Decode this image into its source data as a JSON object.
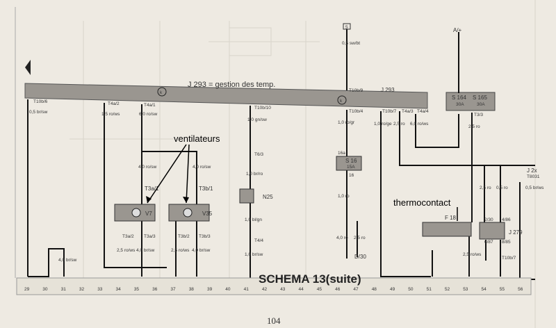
{
  "header": {
    "bus_label": "J 293 = gestion des temp.",
    "j293_label": "J 293",
    "a_label": "A/+"
  },
  "annotations": {
    "ventilateurs": "ventilateurs",
    "thermocontact": "thermocontact"
  },
  "title": "SCHEMA 13(suite)",
  "page_number": "104",
  "components": {
    "v7": "V7",
    "v35": "V35",
    "n25": "N25",
    "s164": "S 164",
    "s164_amp": "30A",
    "s165": "S 165",
    "s165_amp": "30A",
    "s16": "S 16",
    "s16_amp": "15A",
    "f18": "F 18",
    "j279": "J 279",
    "j2xx": "J 2x",
    "d30": "D/30"
  },
  "connectors": {
    "t10b6": "T10b/6",
    "t4a2": "T4a/2",
    "t4a1": "T4a/1",
    "t10b10": "T10b/10",
    "t10b9": "T10b/9",
    "t10b4": "T10b/4",
    "t10b7": "T10b/7",
    "t4a3": "T4a/3",
    "t4a4": "T4a/4",
    "t33": "T3/3",
    "t3a1": "T3a/1",
    "t3b1": "T3b/1",
    "t3a2": "T3a/2",
    "t3a3": "T3a/3",
    "t3b2": "T3b/2",
    "t3b3": "T3b/3",
    "t63": "T6/3",
    "t44": "T4/4",
    "t10b7b": "T10b/7",
    "t8031": "T8031"
  },
  "wires": {
    "w1": "0,5 br/sw",
    "w2": "1,5 ro/ws",
    "w3": "6,0 ro/sw",
    "w4": "1,0 gn/sw",
    "w5": "0,5 sw/bt",
    "w6": "1,0 ro/gr",
    "w7": "1,0 ro/ge",
    "w8": "2,5 ro",
    "w9": "6,0 ro/ws",
    "w10": "2,5 ro",
    "w11": "4,0 ro/sw",
    "w12": "4,0 ro/sw",
    "w13": "1,0 br/ro",
    "w14": "1,0 bl/gn",
    "w15": "1,0 br/sw",
    "w16": "2,5 ro/ws",
    "w17": "4,0 br/sw",
    "w18": "2,5 ro/ws",
    "w19": "4,0 br/sw",
    "w20": "4,0 br/sw",
    "w21": "1,0 ro",
    "w22": "4,0 ro",
    "w23": "2,5 ro",
    "w24": "2,5 ro",
    "w25": "0,5 ro",
    "w26": "2,5 ro/ws",
    "w27": "0,5 br/ws",
    "w28": "0,5 br/ws"
  },
  "pins": {
    "p16a": "16a",
    "p16": "16",
    "p2_30": "2/30",
    "p4_86": "4/86",
    "p6_87": "6/87",
    "p8_85": "8/85"
  },
  "ruler": [
    "29",
    "30",
    "31",
    "32",
    "33",
    "34",
    "35",
    "36",
    "37",
    "38",
    "39",
    "40",
    "41",
    "42",
    "43",
    "44",
    "45",
    "46",
    "47",
    "48",
    "49",
    "50",
    "51",
    "52",
    "53",
    "54",
    "55",
    "56"
  ]
}
